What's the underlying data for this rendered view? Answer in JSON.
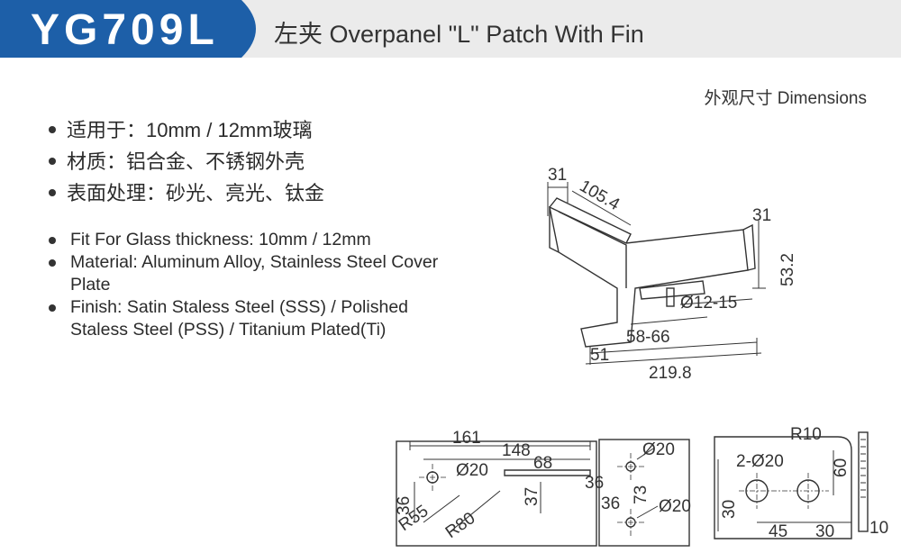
{
  "header": {
    "model_code": "YG709L",
    "product_title": "左夹 Overpanel \"L\" Patch With Fin",
    "brand_color": "#1d5fa8",
    "header_bg": "#ebebeb"
  },
  "dimensions_label": "外观尺寸 Dimensions",
  "specs_cn": [
    "适用于：10mm / 12mm玻璃",
    "材质：铝合金、不锈钢外壳",
    "表面处理：砂光、亮光、钛金"
  ],
  "specs_en": [
    "Fit For Glass thickness: 10mm / 12mm",
    "Material: Aluminum Alloy, Stainless Steel Cover Plate",
    "Finish: Satin Staless Steel (SSS) / Polished Staless Steel (PSS) / Titanium Plated(Ti)"
  ],
  "iso_drawing": {
    "labels": [
      "31",
      "105.4",
      "31",
      "53.2",
      "Ø12-15",
      "58-66",
      "51",
      "219.8"
    ]
  },
  "side_drawing": {
    "labels": [
      "161",
      "148",
      "68",
      "Ø20",
      "36",
      "37",
      "R55",
      "R80"
    ]
  },
  "front_drawing": {
    "labels": [
      "Ø20",
      "36",
      "36",
      "73",
      "Ø20"
    ]
  },
  "fin_drawing": {
    "labels": [
      "R10",
      "2-Ø20",
      "60",
      "30",
      "45",
      "30",
      "10"
    ]
  }
}
